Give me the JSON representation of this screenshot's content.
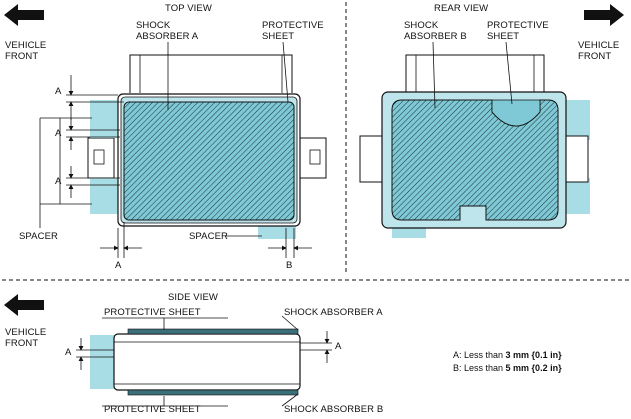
{
  "views": {
    "top": "TOP VIEW",
    "rear": "REAR VIEW",
    "side": "SIDE VIEW"
  },
  "labels": {
    "vehicle_front_line1": "VEHICLE",
    "vehicle_front_line2": "FRONT",
    "shock_absorber_a_line1": "SHOCK",
    "shock_absorber_a_line2": "ABSORBER A",
    "shock_absorber_b_line1": "SHOCK",
    "shock_absorber_b_line2": "ABSORBER B",
    "protective_line1": "PROTECTIVE",
    "protective_line2": "SHEET",
    "spacer": "SPACER",
    "dim_a": "A",
    "dim_b": "B",
    "protective_sheet": "PROTECTIVE SHEET",
    "shock_absorber_a": "SHOCK ABSORBER A",
    "shock_absorber_b": "SHOCK ABSORBER B"
  },
  "notes": {
    "a_prefix": "A: Less than ",
    "a_value": "3 mm {0.1 in}",
    "b_prefix": "B: Less than ",
    "b_value": "5 mm {0.2 in}"
  },
  "colors": {
    "spacer_fill": "#a9dde6",
    "absorber_fill": "#7ec9d5",
    "line": "#111111"
  }
}
